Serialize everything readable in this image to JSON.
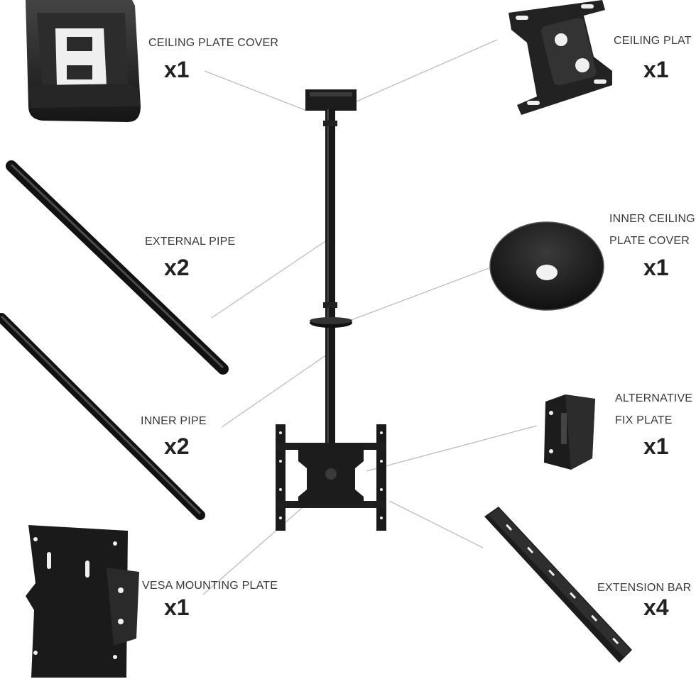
{
  "parts": {
    "ceiling_plate_cover": {
      "name": "CEILING PLATE COVER",
      "qty": "x1"
    },
    "ceiling_plate": {
      "name": "CEILING PLAT",
      "qty": "x1"
    },
    "external_pipe": {
      "name": "EXTERNAL PIPE",
      "qty": "x2"
    },
    "inner_ceiling_plate_cover": {
      "name_line1": "INNER CEILING",
      "name_line2": "PLATE COVER",
      "qty": "x1"
    },
    "inner_pipe": {
      "name": "INNER PIPE",
      "qty": "x2"
    },
    "alternative_fix_plate": {
      "name_line1": "ALTERNATIVE",
      "name_line2": "FIX PLATE",
      "qty": "x1"
    },
    "vesa_mounting_plate": {
      "name": "VESA MOUNTING PLATE",
      "qty": "x1"
    },
    "extension_bar": {
      "name": "EXTENSION BAR",
      "qty": "x4"
    }
  },
  "colors": {
    "metal": "#1e1e1e",
    "metal_highlight": "#4a4a4a",
    "leader_line": "#bdbdbd",
    "text": "#333333"
  }
}
